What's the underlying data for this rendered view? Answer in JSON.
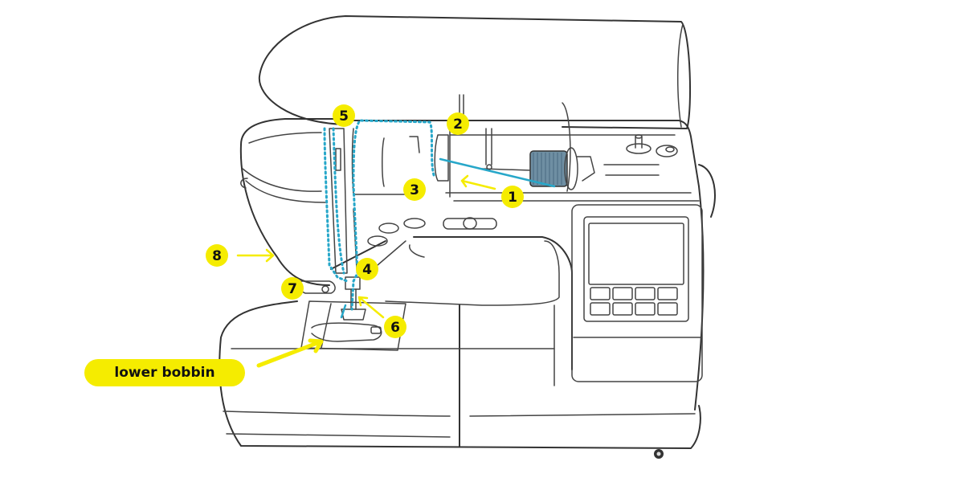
{
  "diagram": {
    "subject": "sewing machine threading diagram",
    "thread_color": "#27a7c9",
    "callout_color": "#f5ec00",
    "callouts": [
      {
        "id": "1",
        "label": "1"
      },
      {
        "id": "2",
        "label": "2"
      },
      {
        "id": "3",
        "label": "3"
      },
      {
        "id": "4",
        "label": "4"
      },
      {
        "id": "5",
        "label": "5"
      },
      {
        "id": "6",
        "label": "6"
      },
      {
        "id": "7",
        "label": "7"
      },
      {
        "id": "8",
        "label": "8"
      }
    ],
    "bobbin_label": "lower bobbin"
  }
}
